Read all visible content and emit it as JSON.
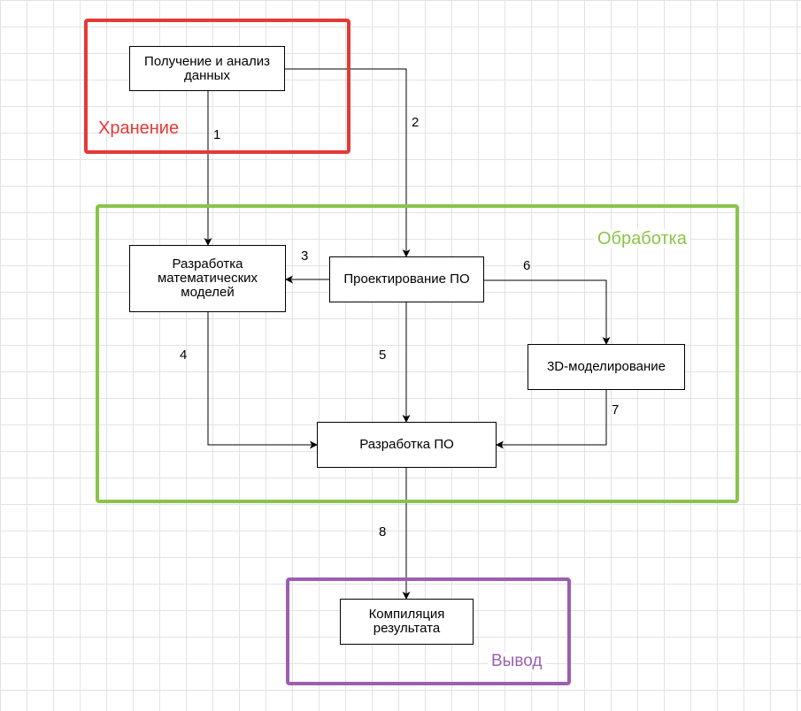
{
  "zones": {
    "storage": {
      "label": "Хранение",
      "color": "#e53935"
    },
    "processing": {
      "label": "Обработка",
      "color": "#8bc34a"
    },
    "output": {
      "label": "Вывод",
      "color": "#9c5fb0"
    }
  },
  "nodes": {
    "data_analysis": "Получение и анализ данных",
    "math_models": "Разработка математических моделей",
    "software_design": "Проектирование ПО",
    "modeling_3d": "3D-моделирование",
    "software_dev": "Разработка ПО",
    "compile_result": "Компиляция результата"
  },
  "edges": {
    "e1": "1",
    "e2": "2",
    "e3": "3",
    "e4": "4",
    "e5": "5",
    "e6": "6",
    "e7": "7",
    "e8": "8"
  },
  "colors": {
    "grid": "#e3e3e3",
    "line": "#000000"
  }
}
